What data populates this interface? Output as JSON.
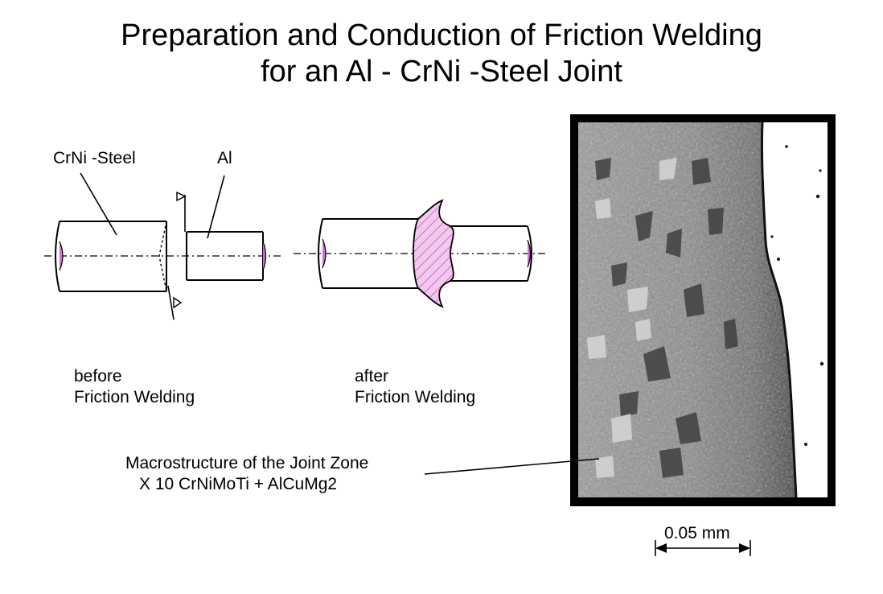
{
  "title": {
    "line1": "Preparation and Conduction of Friction Welding",
    "line2": "for an Al - CrNi -Steel Joint"
  },
  "before": {
    "label_steel": "CrNi -Steel",
    "label_al": "Al",
    "caption_line1": "before",
    "caption_line2": "Friction Welding"
  },
  "after": {
    "caption_line1": "after",
    "caption_line2": "Friction Welding"
  },
  "macro": {
    "caption_line1": "Macrostructure of the Joint Zone",
    "caption_line2": "X 10 CrNiMoTi + AlCuMg2",
    "scale_label": "0.05 mm"
  },
  "colors": {
    "flash_fill": "#f3c8ee",
    "flash_stroke": "#b050a8",
    "frame": "#000000",
    "steel_base": "#8c8c8c",
    "aluminium": "#ffffff"
  }
}
